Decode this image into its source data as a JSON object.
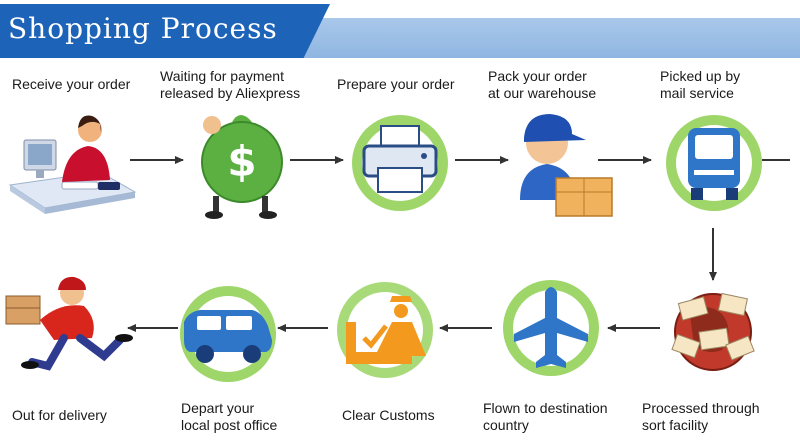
{
  "title": "Shopping Process",
  "steps": [
    {
      "label": "Receive your order",
      "icon": "computer-user-icon"
    },
    {
      "label": "Waiting for payment released by Aliexpress",
      "line1": "Waiting for payment",
      "line2": "released by Aliexpress",
      "icon": "money-bag-icon"
    },
    {
      "label": "Prepare your order",
      "icon": "printer-icon"
    },
    {
      "label": "Pack your order at our warehouse",
      "line1": "Pack your order",
      "line2": "at our warehouse",
      "icon": "warehouse-worker-icon"
    },
    {
      "label": "Picked up by mail service",
      "line1": "Picked up by",
      "line2": "mail service",
      "icon": "truck-icon"
    },
    {
      "label": "Processed through sort facility",
      "line1": "Processed through",
      "line2": "sort facility",
      "icon": "globe-envelopes-icon"
    },
    {
      "label": "Flown to destination country",
      "line1": "Flown to destination",
      "line2": "country",
      "icon": "airplane-icon"
    },
    {
      "label": "Clear Customs",
      "icon": "customs-officer-icon"
    },
    {
      "label": "Depart your local post office",
      "line1": "Depart your",
      "line2": "local post office",
      "icon": "car-icon"
    },
    {
      "label": "Out for delivery",
      "icon": "delivery-man-icon"
    }
  ],
  "colors": {
    "banner_tab": "#1d63b8",
    "banner_band": "#9cbfe6",
    "green_circle": "#9ed66a",
    "orange": "#f39a1e",
    "icon_blue": "#2f76c9"
  }
}
